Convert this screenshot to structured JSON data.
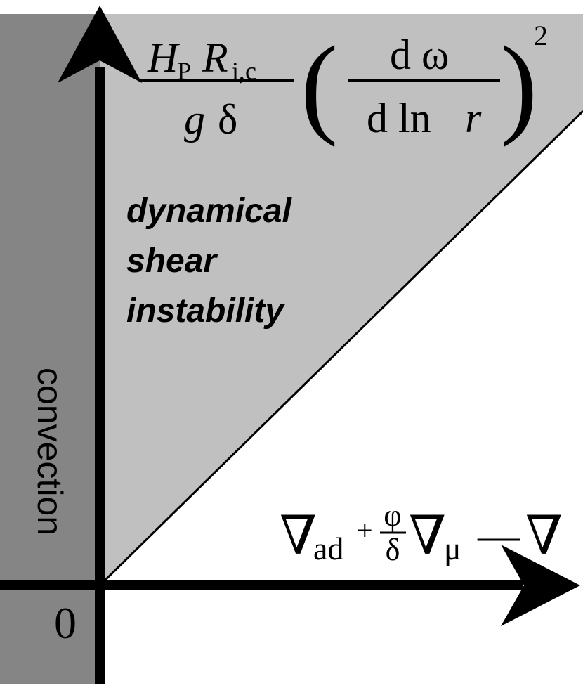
{
  "regions": {
    "convection_label": "convection",
    "shear_label_line1": "dynamical",
    "shear_label_line2": "shear",
    "shear_label_line3": "instability"
  },
  "colors": {
    "convection_fill": "#858585",
    "shear_fill": "#c0c0c0",
    "axis": "#000000",
    "background": "#ffffff"
  },
  "y_axis_label": {
    "num_H": "H",
    "num_H_sub": "P",
    "num_R": "R",
    "num_R_sub": "i,c",
    "den_g": "g",
    "den_delta": "δ",
    "paren_open": "(",
    "inner_num": "d ω",
    "inner_den_d": "d ln ",
    "inner_den_r": "r",
    "paren_close": ")",
    "exponent": "2"
  },
  "x_axis_label": {
    "nabla1": "∇",
    "sub_ad": "ad",
    "plus": "+",
    "frac_num": "φ",
    "frac_den": "δ",
    "nabla2": "∇",
    "sub_mu": "μ",
    "minus": "—",
    "nabla3": "∇"
  },
  "origin_label": "0"
}
